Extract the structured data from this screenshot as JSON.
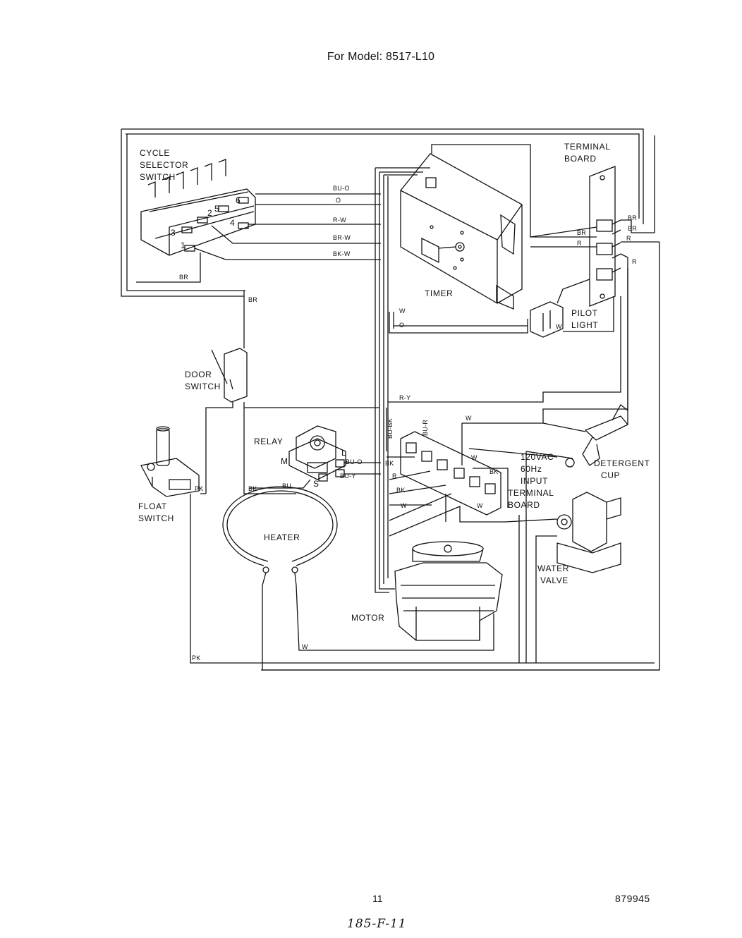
{
  "header": {
    "title": "For Model: 8517-L10"
  },
  "components": {
    "cycle_selector_switch": [
      "CYCLE",
      "SELECTOR",
      "SWITCH"
    ],
    "selector_positions": [
      "3",
      "2",
      "5",
      "6",
      "4",
      "1"
    ],
    "timer": "TIMER",
    "terminal_board_top": [
      "TERMINAL",
      "BOARD"
    ],
    "pilot_light": [
      "PILOT",
      "LIGHT"
    ],
    "door_switch": [
      "DOOR",
      "SWITCH"
    ],
    "relay": "RELAY",
    "relay_terminals": [
      "M",
      "L",
      "S"
    ],
    "float_switch": [
      "FLOAT",
      "SWITCH"
    ],
    "heater": "HEATER",
    "motor": "MOTOR",
    "detergent_cup": [
      "DETERGENT",
      "CUP"
    ],
    "water_valve": [
      "WATER",
      "VALVE"
    ],
    "power_input": [
      "120VAC",
      "60Hz",
      "INPUT"
    ],
    "terminal_board_bottom": [
      "TERMINAL",
      "BOARD"
    ]
  },
  "wire_labels": {
    "bu_o": "BU-O",
    "o": "O",
    "r_w": "R-W",
    "br_w": "BR-W",
    "bk_w": "BK-W",
    "br": "BR",
    "r": "R",
    "w": "W",
    "r_y": "R-Y",
    "bu_bk": "BU-BK",
    "bu_r": "BU-R",
    "bk": "BK",
    "bu": "BU",
    "bu_y": "BU-Y",
    "pk": "PK"
  },
  "footer": {
    "page_number": "11",
    "document_number": "879945",
    "handwritten_note": "185-F-11"
  }
}
